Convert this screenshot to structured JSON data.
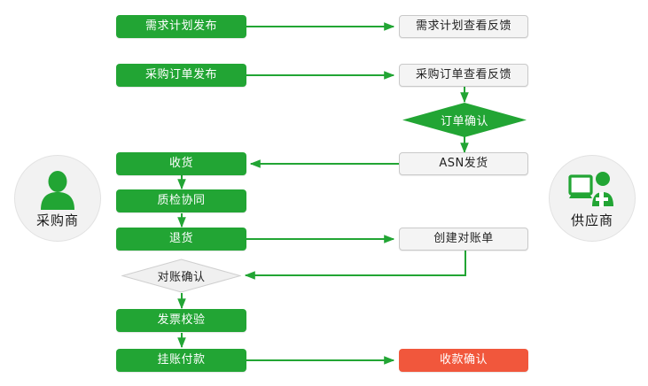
{
  "theme": {
    "green": "#22a534",
    "red": "#f1573c",
    "grey_fill": "#f4f4f4",
    "grey_border": "#c9c9c9",
    "edge": "#22a534",
    "actor_fill": "#f2f2f2",
    "background": "#ffffff"
  },
  "actors": {
    "buyer": {
      "label": "采购商",
      "icon": "person-icon"
    },
    "supplier": {
      "label": "供应商",
      "icon": "person-at-computer-icon"
    }
  },
  "nodes": {
    "demand_plan_publish": {
      "label": "需求计划发布",
      "shape": "box",
      "style": "green"
    },
    "demand_plan_feedback": {
      "label": "需求计划查看反馈",
      "shape": "box",
      "style": "grey"
    },
    "po_publish": {
      "label": "采购订单发布",
      "shape": "box",
      "style": "green"
    },
    "po_feedback": {
      "label": "采购订单查看反馈",
      "shape": "box",
      "style": "grey"
    },
    "order_confirm": {
      "label": "订单确认",
      "shape": "diamond",
      "style": "green"
    },
    "asn_ship": {
      "label": "ASN发货",
      "shape": "box",
      "style": "grey"
    },
    "receive_goods": {
      "label": "收货",
      "shape": "box",
      "style": "green"
    },
    "quality_collab": {
      "label": "质检协同",
      "shape": "box",
      "style": "green"
    },
    "return_goods": {
      "label": "退货",
      "shape": "box",
      "style": "green"
    },
    "create_statement": {
      "label": "创建对账单",
      "shape": "box",
      "style": "grey"
    },
    "statement_confirm": {
      "label": "对账确认",
      "shape": "diamond",
      "style": "grey"
    },
    "invoice_verify": {
      "label": "发票校验",
      "shape": "box",
      "style": "green"
    },
    "payable_payment": {
      "label": "挂账付款",
      "shape": "box",
      "style": "green"
    },
    "receipt_confirm": {
      "label": "收款确认",
      "shape": "box",
      "style": "red"
    }
  },
  "edges": [
    {
      "from": "demand_plan_publish",
      "to": "demand_plan_feedback",
      "direction": "right"
    },
    {
      "from": "po_publish",
      "to": "po_feedback",
      "direction": "right"
    },
    {
      "from": "po_feedback",
      "to": "order_confirm",
      "direction": "down"
    },
    {
      "from": "order_confirm",
      "to": "asn_ship",
      "direction": "down"
    },
    {
      "from": "asn_ship",
      "to": "receive_goods",
      "direction": "left"
    },
    {
      "from": "receive_goods",
      "to": "quality_collab",
      "direction": "down"
    },
    {
      "from": "quality_collab",
      "to": "return_goods",
      "direction": "down"
    },
    {
      "from": "return_goods",
      "to": "create_statement",
      "direction": "right"
    },
    {
      "from": "create_statement",
      "to": "statement_confirm",
      "direction": "down-left"
    },
    {
      "from": "statement_confirm",
      "to": "invoice_verify",
      "direction": "down"
    },
    {
      "from": "invoice_verify",
      "to": "payable_payment",
      "direction": "down"
    },
    {
      "from": "payable_payment",
      "to": "receipt_confirm",
      "direction": "right"
    }
  ]
}
